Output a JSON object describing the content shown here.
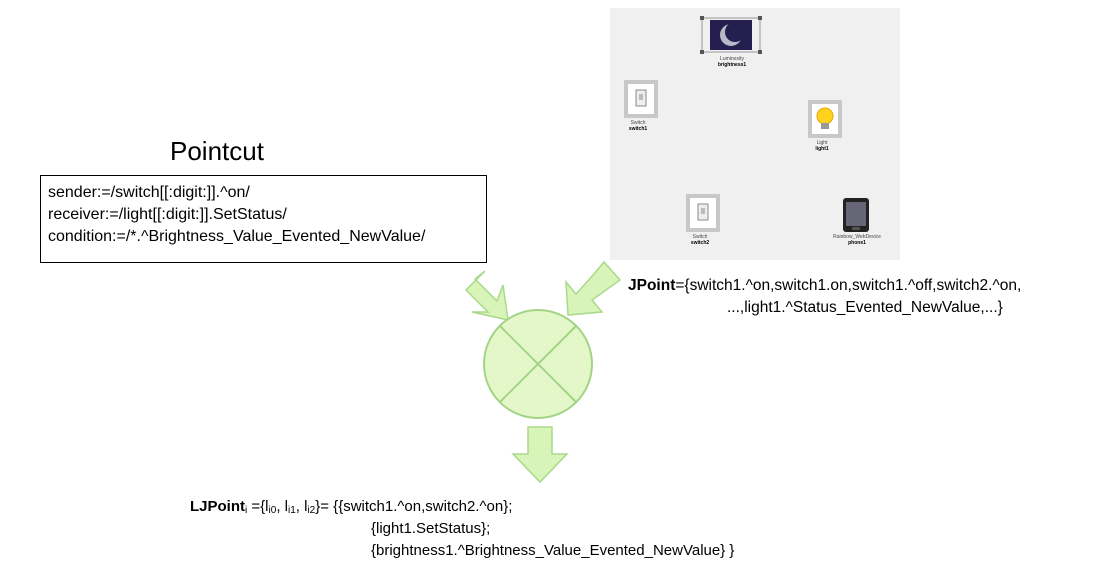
{
  "pointcut": {
    "title": "Pointcut",
    "lines": [
      "sender:=/switch[[:digit:]].^on/",
      "receiver:=/light[[:digit:]].SetStatus/",
      "condition:=/*.^Brightness_Value_Evented_NewValue/"
    ]
  },
  "devices": {
    "luminosity": {
      "type": "Luminosity",
      "name": "brightness1"
    },
    "switch1": {
      "type": "Switch",
      "name": "switch1"
    },
    "light": {
      "type": "Light",
      "name": "light1"
    },
    "switch2": {
      "type": "Switch",
      "name": "switch2"
    },
    "phone": {
      "type": "Rainbow_WebDevice",
      "name": "phone1"
    }
  },
  "jpoint": {
    "label": "JPoint",
    "line1": "={switch1.^on,switch1.on,switch1.^off,switch2.^on,",
    "line2": "...,light1.^Status_Evented_NewValue,...}"
  },
  "ljpoint": {
    "label": "LJPoint",
    "sub_i": "i",
    "eq": " ={l",
    "sub0": "i0",
    "sep1": ", l",
    "sub1": "i1",
    "sep2": ", l",
    "sub2": "i2",
    "rest": "}= {{switch1.^on,switch2.^on};",
    "line2": "{light1.SetStatus};",
    "line3": "{brightness1.^Brightness_Value_Evented_NewValue} }"
  },
  "colors": {
    "arrow_fill": "#d9f4b8",
    "arrow_stroke": "#a9d98a",
    "circle_fill": "#e4f7c9",
    "circle_stroke": "#a3d486"
  }
}
